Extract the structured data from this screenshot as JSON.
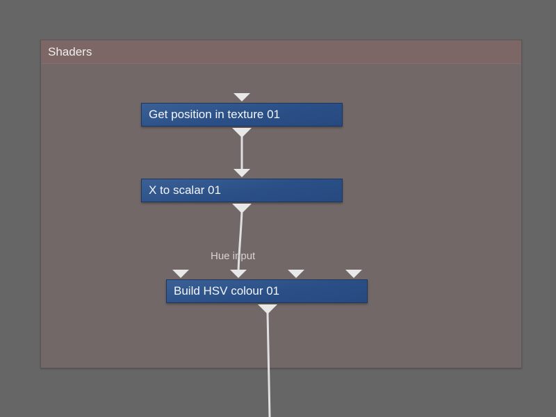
{
  "group": {
    "title": "Shaders"
  },
  "nodes": {
    "get_position": {
      "label": "Get position in texture 01"
    },
    "x_to_scalar": {
      "label": "X to scalar 01"
    },
    "build_hsv": {
      "label": "Build HSV colour 01"
    }
  },
  "ports": {
    "build_hsv_inputs": [
      "Hue input"
    ],
    "hovered_label": "Hue input"
  },
  "colors": {
    "background": "#666666",
    "group_body": "#726868",
    "group_header": "#7c6666",
    "node_fill": "#2a4f86",
    "link": "#e0e0e0"
  }
}
